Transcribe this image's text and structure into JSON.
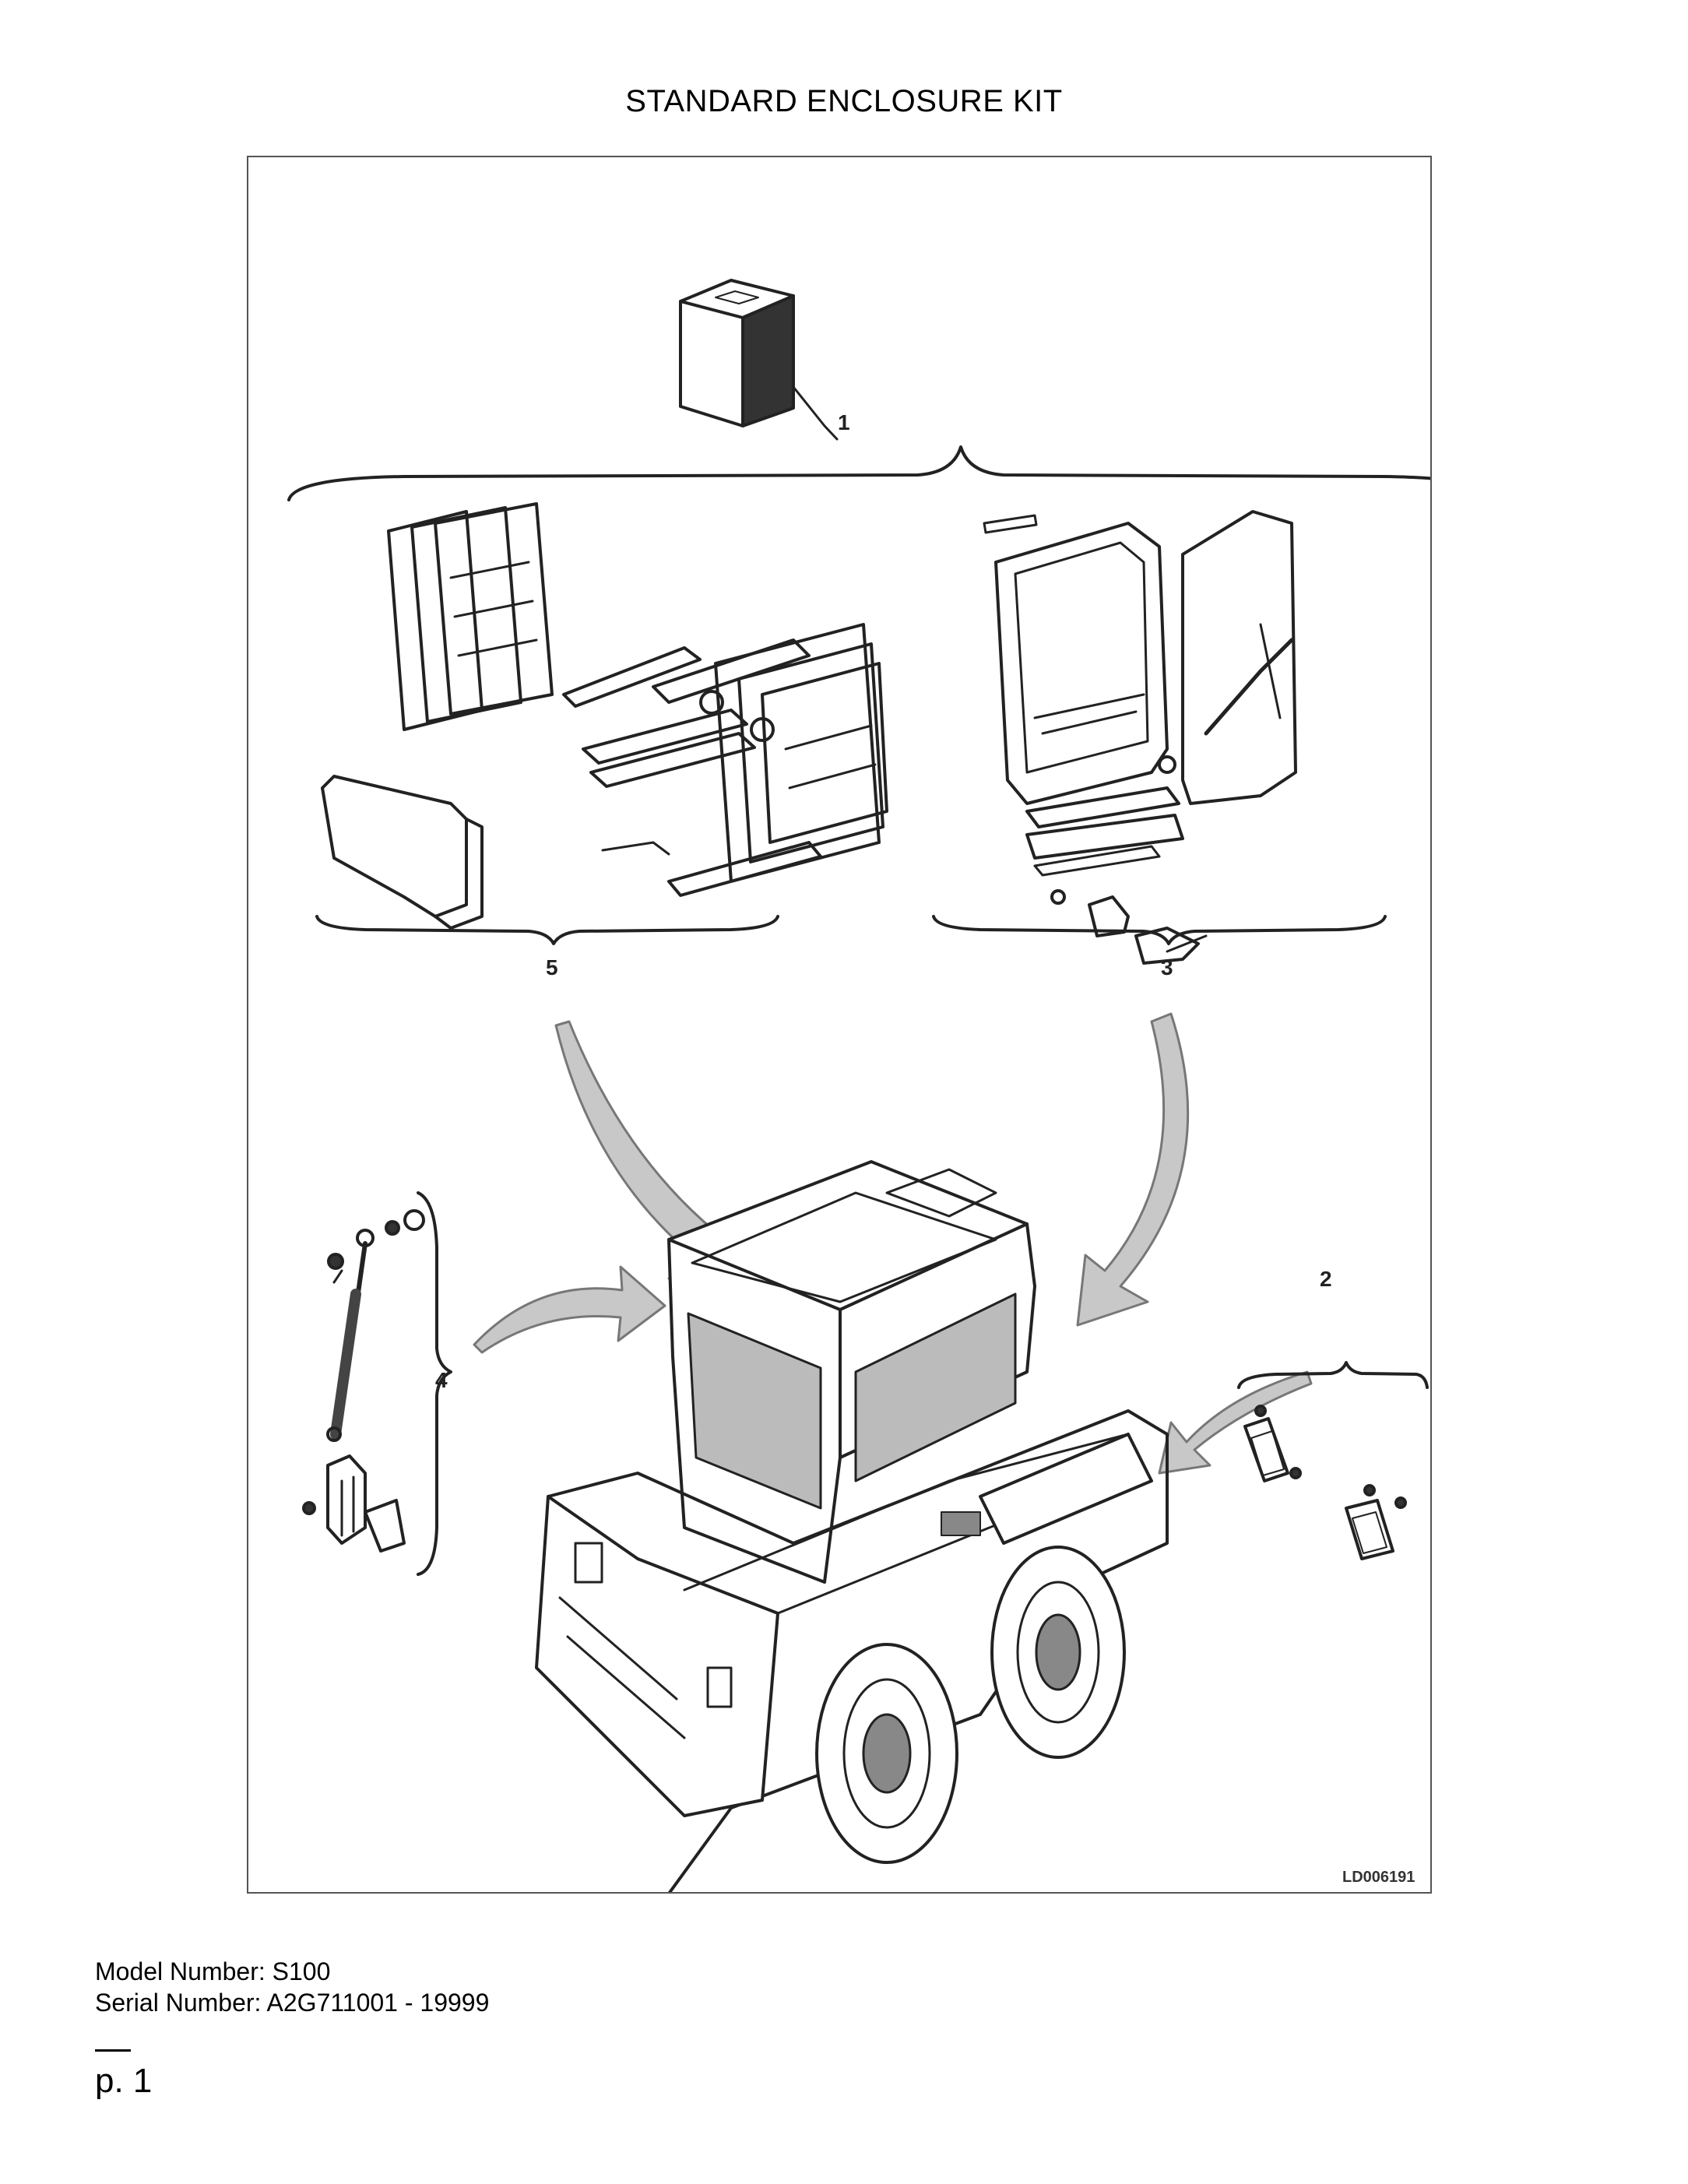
{
  "title": "STANDARD ENCLOSURE KIT",
  "figure": {
    "reference_id": "LD006191",
    "callouts": [
      "1",
      "2",
      "3",
      "4",
      "5"
    ]
  },
  "model_line": "Model Number: S100",
  "serial_line": "Serial Number: A2G711001 - 19999",
  "page_label": "p. 1"
}
